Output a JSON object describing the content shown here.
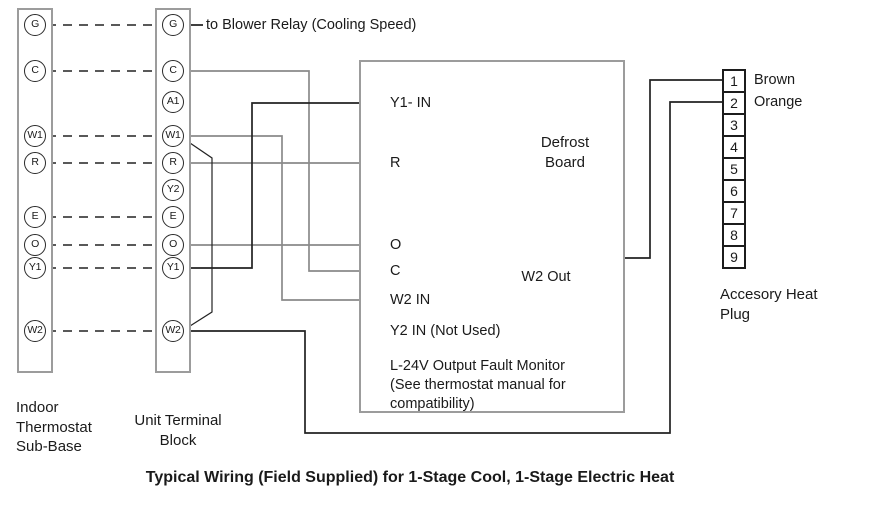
{
  "caption": "Typical Wiring (Field Supplied) for 1-Stage Cool, 1-Stage Electric Heat",
  "blower_note": "to Blower Relay (Cooling Speed)",
  "indoor_block": {
    "label": "Indoor\nThermostat\nSub-Base",
    "terminals": [
      "G",
      "C",
      "W1",
      "R",
      "E",
      "O",
      "Y1",
      "W2"
    ]
  },
  "unit_block": {
    "label": "Unit Terminal\nBlock",
    "terminals": [
      "G",
      "C",
      "A1",
      "W1",
      "R",
      "Y2",
      "E",
      "O",
      "Y1",
      "W2"
    ]
  },
  "defrost_board": {
    "label": "Defrost\nBoard",
    "pins": [
      "Y1- IN",
      "R",
      "O",
      "C",
      "W2 IN",
      "Y2 IN (Not Used)",
      "L-24V Output Fault Monitor\n(See thermostat manual for\ncompatibility)"
    ],
    "w2_out": "W2 Out"
  },
  "heat_plug": {
    "label": "Accesory Heat\nPlug",
    "pins": [
      "1",
      "2",
      "3",
      "4",
      "5",
      "6",
      "7",
      "8",
      "9"
    ],
    "wires": [
      {
        "pin": "1",
        "color": "Brown"
      },
      {
        "pin": "2",
        "color": "Orange"
      }
    ]
  },
  "colors": {
    "wire_dark": "#222222",
    "wire_gray": "#8a8a8a",
    "box_gray": "#9c9c9c",
    "dot_black": "#111111"
  }
}
